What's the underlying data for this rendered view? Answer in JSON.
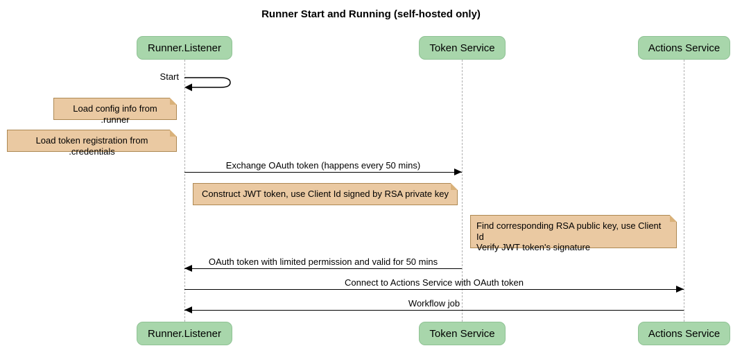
{
  "title": "Runner Start and Running (self-hosted only)",
  "participants": [
    {
      "name": "Runner.Listener"
    },
    {
      "name": "Token Service"
    },
    {
      "name": "Actions Service"
    }
  ],
  "messages": [
    {
      "label": "Start",
      "from": "Runner.Listener",
      "to": "Runner.Listener",
      "type": "self"
    },
    {
      "label": "Exchange OAuth token (happens every 50 mins)",
      "from": "Runner.Listener",
      "to": "Token Service",
      "type": "solid-arrow"
    },
    {
      "label": "OAuth token with limited permission and valid for 50 mins",
      "from": "Token Service",
      "to": "Runner.Listener",
      "type": "solid-arrow"
    },
    {
      "label": "Connect to Actions Service with OAuth token",
      "from": "Runner.Listener",
      "to": "Actions Service",
      "type": "solid-arrow"
    },
    {
      "label": "Workflow job",
      "from": "Actions Service",
      "to": "Runner.Listener",
      "type": "solid-arrow"
    }
  ],
  "notes": [
    {
      "text": "Load config info from .runner",
      "position": "left of Runner.Listener"
    },
    {
      "text": "Load token registration from .credentials",
      "position": "left of Runner.Listener"
    },
    {
      "text": "Construct JWT token, use Client Id signed by RSA private key",
      "position": "left of Token Service"
    },
    {
      "lines": [
        "Find corresponding RSA public key, use Client Id",
        "Verify JWT token's signature"
      ],
      "position": "left of Actions Service"
    }
  ],
  "colors": {
    "background": "#ffffff",
    "actor_fill": "#a8d6ab",
    "actor_border": "#8fc294",
    "note_fill": "#eac9a2",
    "note_border": "#ad8852",
    "lifeline": "#b0b0b0",
    "line": "#000000",
    "text": "#000000"
  }
}
